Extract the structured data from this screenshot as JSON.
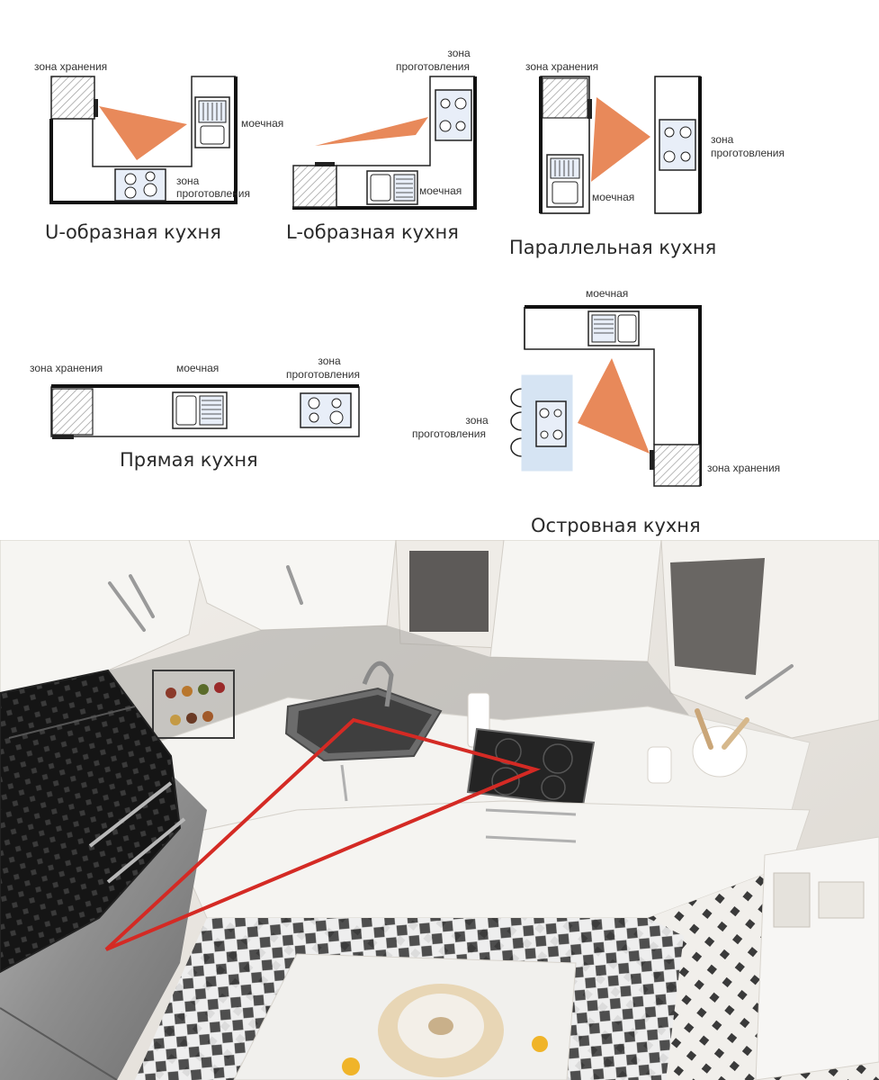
{
  "layouts": {
    "u_shape": {
      "title": "U-образная кухня",
      "storage": "зона хранения",
      "sink": "моечная",
      "cook_line1": "зона",
      "cook_line2": "проготовления"
    },
    "l_shape": {
      "title": "L-образная кухня",
      "cook_line1": "зона",
      "cook_line2": "проготовления",
      "sink": "моечная"
    },
    "parallel": {
      "title": "Параллельная кухня",
      "storage": "зона хранения",
      "cook_line1": "зона",
      "cook_line2": "проготовления",
      "sink": "моечная"
    },
    "straight": {
      "title": "Прямая кухня",
      "storage": "зона хранения",
      "sink": "моечная",
      "cook_line1": "зона",
      "cook_line2": "проготовления"
    },
    "island": {
      "title": "Островная кухня",
      "sink": "моечная",
      "cook_line1": "зона",
      "cook_line2": "проготовления",
      "storage": "зона хранения"
    }
  },
  "colors": {
    "triangle": "#e8895a",
    "counter_line": "#111111",
    "island_fill": "#d6e4f3",
    "photo_triangle": "#d42a24"
  }
}
